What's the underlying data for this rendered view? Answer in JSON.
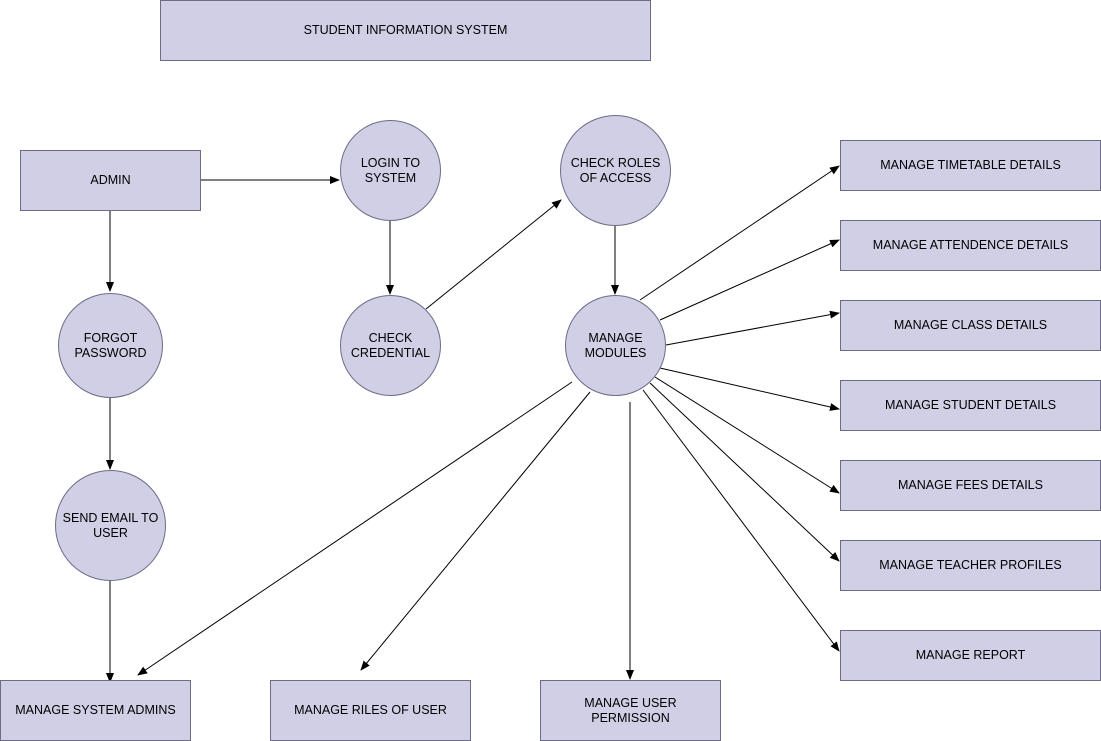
{
  "title": "STUDENT INFORMATION SYSTEM",
  "nodes": {
    "admin": "ADMIN",
    "login": "LOGIN TO SYSTEM",
    "check_roles": "CHECK ROLES OF ACCESS",
    "forgot_password": "FORGOT PASSWORD",
    "check_credential": "CHECK CREDENTIAL",
    "manage_modules": "MANAGE MODULES",
    "send_email": "SEND EMAIL TO USER",
    "timetable": "MANAGE TIMETABLE DETAILS",
    "attendence": "MANAGE ATTENDENCE DETAILS",
    "class_details": "MANAGE CLASS DETAILS",
    "student_details": "MANAGE STUDENT DETAILS",
    "fees_details": "MANAGE FEES DETAILS",
    "teacher_profiles": "MANAGE TEACHER PROFILES",
    "report": "MANAGE REPORT",
    "system_admins": "MANAGE SYSTEM ADMINS",
    "riles_of_user": "MANAGE RILES OF USER",
    "user_permission": "MANAGE USER PERMISSION"
  },
  "edges": [
    [
      "admin",
      "login"
    ],
    [
      "admin",
      "forgot_password"
    ],
    [
      "login",
      "check_credential"
    ],
    [
      "check_credential",
      "check_roles"
    ],
    [
      "check_roles",
      "manage_modules"
    ],
    [
      "forgot_password",
      "send_email"
    ],
    [
      "send_email",
      "system_admins"
    ],
    [
      "manage_modules",
      "timetable"
    ],
    [
      "manage_modules",
      "attendence"
    ],
    [
      "manage_modules",
      "class_details"
    ],
    [
      "manage_modules",
      "student_details"
    ],
    [
      "manage_modules",
      "fees_details"
    ],
    [
      "manage_modules",
      "teacher_profiles"
    ],
    [
      "manage_modules",
      "report"
    ],
    [
      "manage_modules",
      "system_admins"
    ],
    [
      "manage_modules",
      "riles_of_user"
    ],
    [
      "manage_modules",
      "user_permission"
    ]
  ],
  "colors": {
    "node_fill": "#d0cfe6",
    "node_border": "#6c6c86",
    "edge": "#000000"
  }
}
